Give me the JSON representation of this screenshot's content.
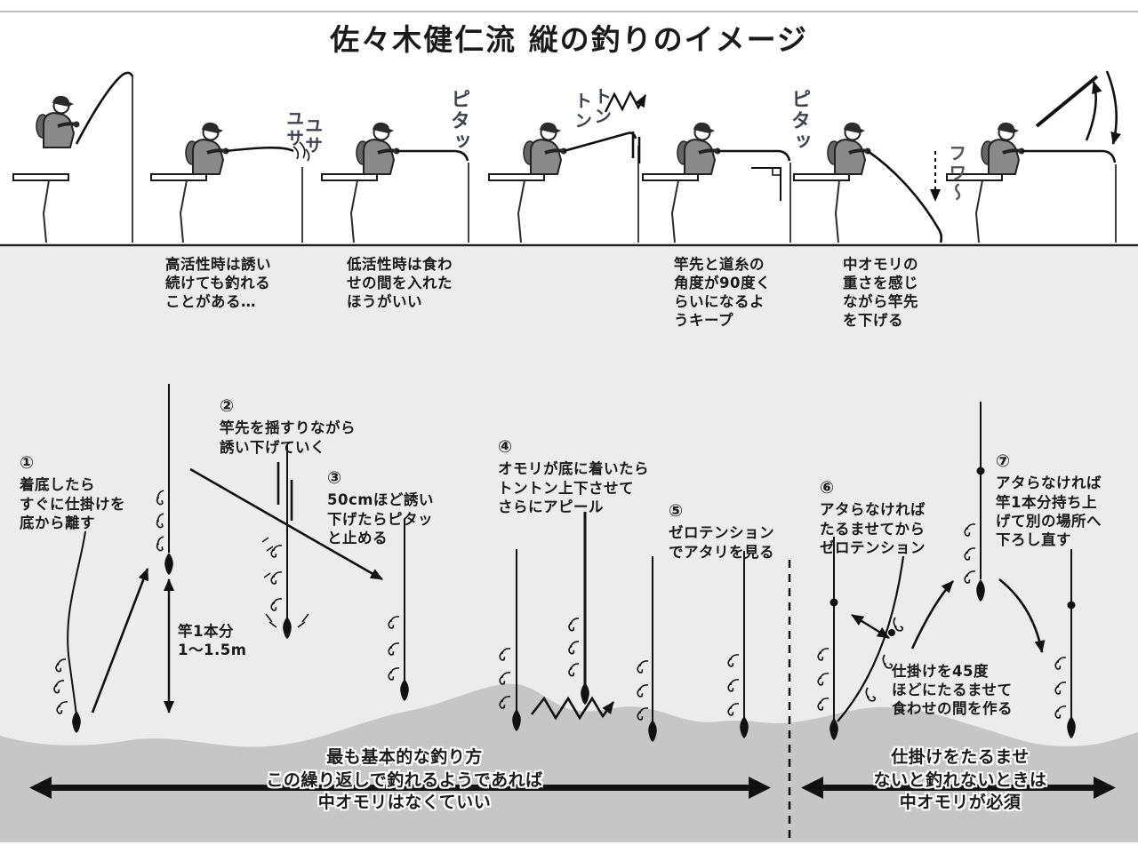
{
  "title": "佐々木健仁流 縦の釣りのイメージ",
  "colors": {
    "paper": "#ffffff",
    "lower": "#ececec",
    "seabed": "#c6c6c6",
    "ink": "#1a1a1a",
    "sfx": "#3d4450"
  },
  "sfx": {
    "yusa": [
      "ユサ",
      "ユサ"
    ],
    "pita1": "ピタッ",
    "ton": [
      "トン",
      "トン"
    ],
    "pita2": "ピタッ",
    "fuwa": "フワ〜"
  },
  "top_notes": [
    {
      "lines": [
        "高活性時は誘い",
        "続けても釣れる",
        "ことがある…"
      ]
    },
    {
      "lines": [
        "低活性時は食わ",
        "せの間を入れた",
        "ほうがいい"
      ]
    },
    {
      "lines": [
        "竿先と道糸の",
        "角度が90度く",
        "らいになるよ",
        "うキープ"
      ]
    },
    {
      "lines": [
        "中オモリの",
        "重さを感じ",
        "ながら竿先",
        "を下げる"
      ]
    }
  ],
  "steps": [
    {
      "num": "①",
      "lines": [
        "着底したら",
        "すぐに仕掛けを",
        "底から離す"
      ]
    },
    {
      "num": "②",
      "lines": [
        "竿先を揺すりながら",
        "誘い下げていく"
      ]
    },
    {
      "num": "③",
      "lines": [
        "50cmほど誘い",
        "下げたらピタッ",
        "と止める"
      ]
    },
    {
      "num": "④",
      "lines": [
        "オモリが底に着いたら",
        "トントン上下させて",
        "さらにアピール"
      ]
    },
    {
      "num": "⑤",
      "lines": [
        "ゼロテンション",
        "でアタリを見る"
      ]
    },
    {
      "num": "⑥",
      "lines": [
        "アタらなければ",
        "たるませてから",
        "ゼロテンション"
      ]
    },
    {
      "num": "⑦",
      "lines": [
        "アタらなければ",
        "竿1本分持ち上",
        "げて別の場所へ",
        "下ろし直す"
      ]
    }
  ],
  "labels": {
    "rod_length": [
      "竿1本分",
      "1〜1.5m"
    ],
    "sag_45": [
      "仕掛けを45度",
      "ほどにたるませて",
      "食わせの間を作る"
    ]
  },
  "captions": {
    "basic": [
      "最も基本的な釣り方",
      "この繰り返しで釣れるようであれば",
      "中オモリはなくていい"
    ],
    "slack": [
      "仕掛けをたるませ",
      "ないと釣れないときは",
      "中オモリが必須"
    ]
  }
}
